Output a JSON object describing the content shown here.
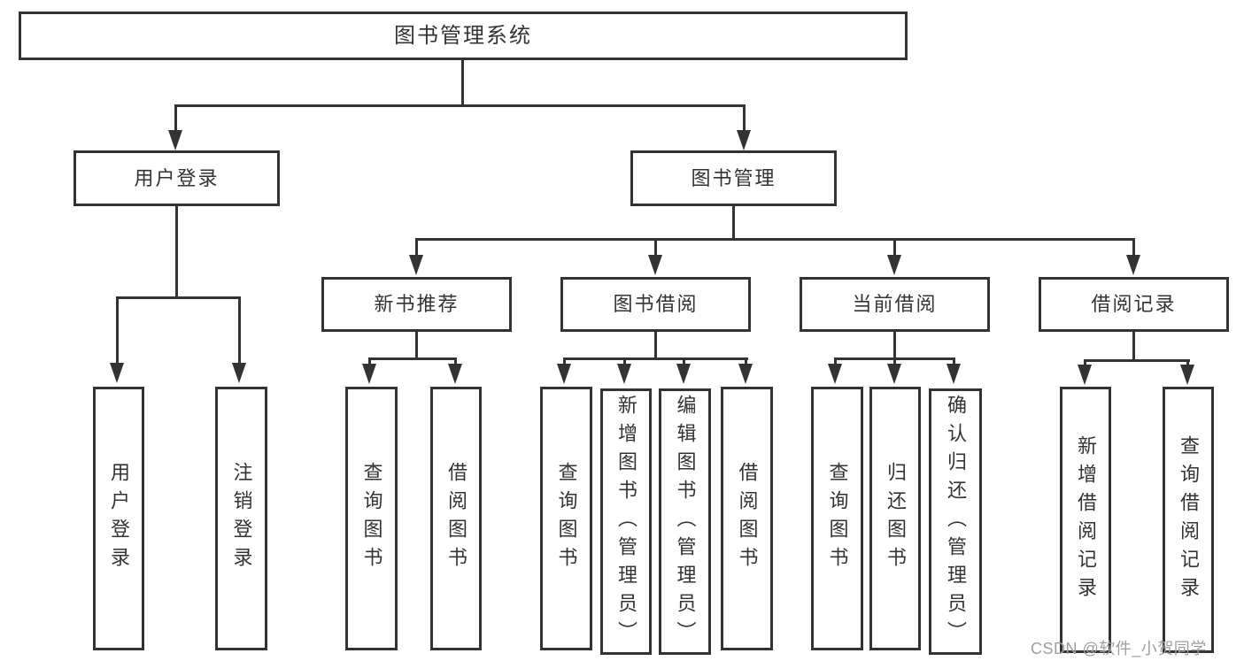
{
  "colors": {
    "line": "#333333",
    "box_border": "#333333",
    "box_background": "#ffffff",
    "text": "#333333",
    "watermark_text": "#9e9e9e",
    "page_background": "#ffffff"
  },
  "watermark": {
    "text": "CSDN @软件_小贺同学"
  },
  "tree": {
    "root": {
      "label": "图书管理系统"
    },
    "branches": [
      {
        "label": "用户登录",
        "children": [
          {
            "label": "用户登录"
          },
          {
            "label": "注销登录"
          }
        ]
      },
      {
        "label": "图书管理",
        "children": [
          {
            "label": "新书推荐",
            "children": [
              {
                "label": "查询图书"
              },
              {
                "label": "借阅图书"
              }
            ]
          },
          {
            "label": "图书借阅",
            "children": [
              {
                "label": "查询图书"
              },
              {
                "label": "新增图书（管理员）"
              },
              {
                "label": "编辑图书（管理员）"
              },
              {
                "label": "借阅图书"
              }
            ]
          },
          {
            "label": "当前借阅",
            "children": [
              {
                "label": "查询图书"
              },
              {
                "label": "归还图书"
              },
              {
                "label": "确认归还（管理员）"
              }
            ]
          },
          {
            "label": "借阅记录",
            "children": [
              {
                "label": "新增借阅记录"
              },
              {
                "label": "查询借阅记录"
              }
            ]
          }
        ]
      }
    ]
  }
}
